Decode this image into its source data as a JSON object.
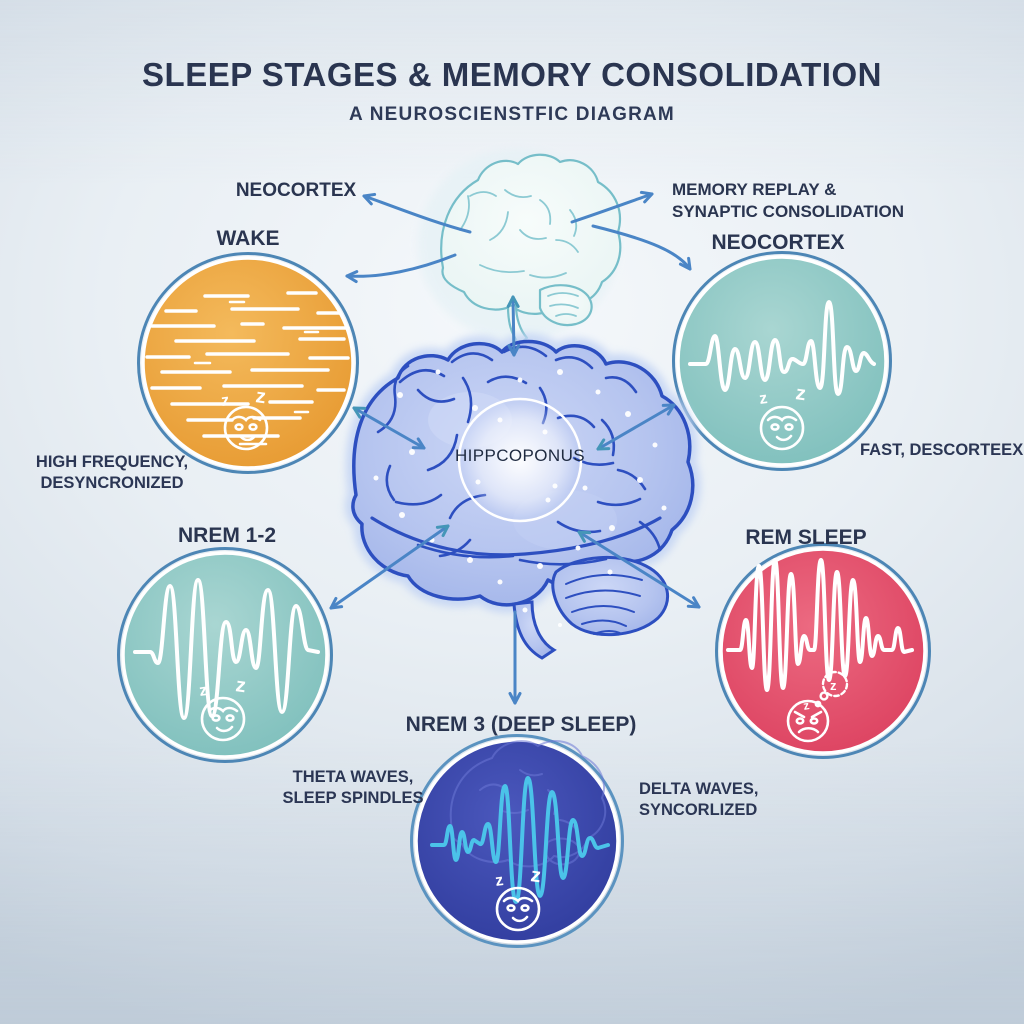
{
  "header": {
    "title": "SLEEP STAGES & MEMORY CONSOLIDATION",
    "subtitle": "A NEUROSCIENSTFIC DIAGRAM"
  },
  "top_brain": {
    "icon": "brain-outline-icon",
    "left_label": "NEOCORTEX",
    "right_label_line1": "MEMORY REPLAY &",
    "right_label_line2": "SYNAPTIC CONSOLIDATION"
  },
  "central_brain": {
    "icon": "brain-icon",
    "label": "HIPPCOPONUS"
  },
  "stages": {
    "wake": {
      "title": "WAKE",
      "color": "#eca440",
      "icons": [
        "desynchronized-activity-dashes-icon",
        "sleeping-face-icon"
      ],
      "note_line1": "HIGH FREQUENCY,",
      "note_line2": "DESYNCRONIZED"
    },
    "neocortex": {
      "title": "NEOCORTEX",
      "color": "#8bc7c5",
      "icons": [
        "eeg-wave-icon",
        "sleeping-face-icon"
      ],
      "note_line1": "FAST, DESCORTEEX,"
    },
    "nrem12": {
      "title": "NREM 1-2",
      "color": "#8bc7c5",
      "icons": [
        "eeg-wave-icon",
        "sleeping-face-icon"
      ]
    },
    "rem": {
      "title": "REM SLEEP",
      "color": "#e44e68",
      "icons": [
        "eeg-wave-icon",
        "dreaming-face-icon",
        "thought-bubble-icon"
      ]
    },
    "nrem3": {
      "title": "NREM 3 (DEEP SLEEP)",
      "color": "#3a46aa",
      "icons": [
        "sleep-spindle-wave-icon",
        "sleeping-face-icon",
        "faint-brain-icon"
      ],
      "left_note_line1": "THETA WAVES,",
      "left_note_line2": "SLEEP SPINDLES",
      "right_note_line1": "DELTA WAVES,",
      "right_note_line2": "SYNCORLIZED"
    }
  },
  "decorations": {
    "sleep_z": "z",
    "bubble_z": "z"
  },
  "colors": {
    "background_light": "#f5f8fb",
    "background_dark": "#c9d4df",
    "text_navy": "#2a3550",
    "arrow_blue": "#4a85c6",
    "circle_ring_blue": "#4d86b5",
    "wake_orange": "#eca440",
    "teal": "#8bc7c5",
    "rem_red": "#e44e68",
    "nrem3_indigo": "#3a46aa",
    "brain_fill": "#b5c4ef",
    "brain_line": "#2d4fc0",
    "top_brain_line": "#76bec9",
    "wave_white": "#ffffff",
    "wave_cyan": "#4bc3e9"
  }
}
